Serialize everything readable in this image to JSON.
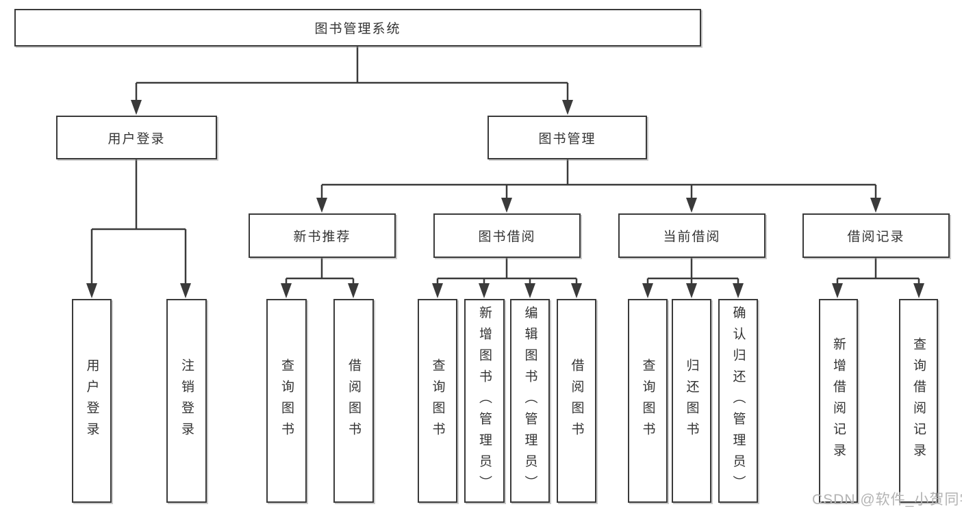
{
  "diagram": {
    "type": "tree",
    "hierarchy": {
      "label": "图书管理系统",
      "children": [
        {
          "label": "用户登录",
          "children": [
            {
              "label": "用户登录"
            },
            {
              "label": "注销登录"
            }
          ]
        },
        {
          "label": "图书管理",
          "children": [
            {
              "label": "新书推荐",
              "children": [
                {
                  "label": "查询图书"
                },
                {
                  "label": "借阅图书"
                }
              ]
            },
            {
              "label": "图书借阅",
              "children": [
                {
                  "label": "查询图书"
                },
                {
                  "label": "新增图书（管理员）"
                },
                {
                  "label": "编辑图书（管理员）"
                },
                {
                  "label": "借阅图书"
                }
              ]
            },
            {
              "label": "当前借阅",
              "children": [
                {
                  "label": "查询图书"
                },
                {
                  "label": "归还图书"
                },
                {
                  "label": "确认归还（管理员）"
                }
              ]
            },
            {
              "label": "借阅记录",
              "children": [
                {
                  "label": "新增借阅记录"
                },
                {
                  "label": "查询借阅记录"
                }
              ]
            }
          ]
        }
      ]
    }
  },
  "colors": {
    "line": "#3a3a3a",
    "box_border": "#3a3a3a",
    "text": "#333333",
    "watermark": "#b3b3b3",
    "background": "#ffffff"
  },
  "watermark": {
    "text": "CSDN @软件_小贺同学"
  }
}
